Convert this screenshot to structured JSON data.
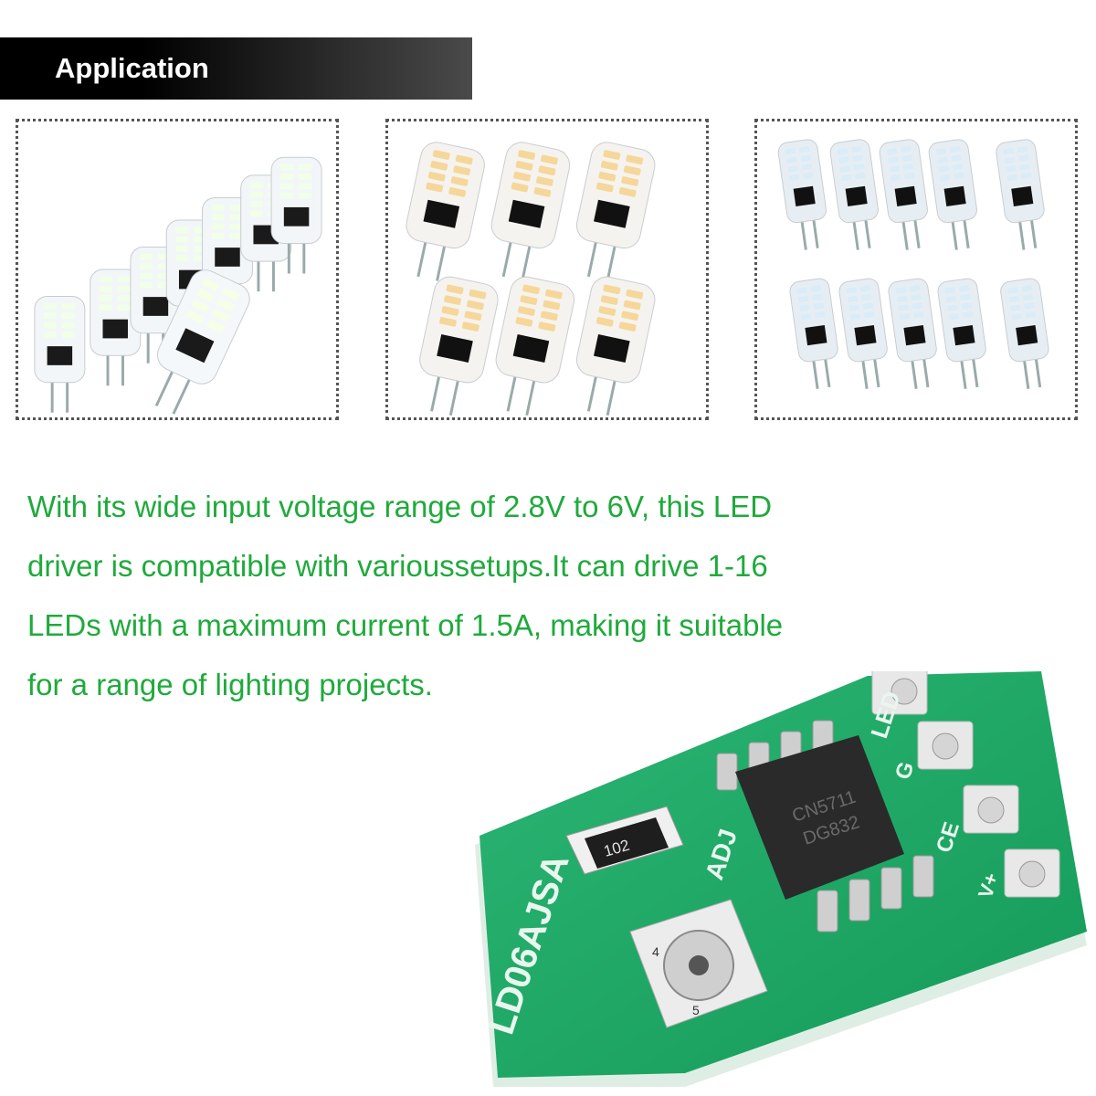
{
  "header": {
    "title": "Application"
  },
  "gallery": {
    "items": [
      {
        "icon": "g4-led-bulbs-cool-white-icon"
      },
      {
        "icon": "g8-led-bulbs-warm-white-icon"
      },
      {
        "icon": "g4-led-bulbs-smd-icon"
      }
    ]
  },
  "description": {
    "line1": "With its wide input voltage range of 2.8V to 6V, this LED",
    "line2": "driver is compatible with varioussetups.It can drive 1-16",
    "line3": "LEDs with a maximum current of 1.5A, making it suitable",
    "line4": "for a range of lighting projects."
  },
  "board": {
    "silkscreen_model": "LD06AJSA",
    "resistor_code": "102",
    "pot_mark_4": "4",
    "pot_mark_5": "5",
    "label_adj": "ADJ",
    "label_led": "LED",
    "label_g": "G",
    "label_ce": "CE",
    "label_vin": "V+",
    "chip_line1": "CN5711",
    "chip_line2": "DG832"
  },
  "colors": {
    "banner": "#000000",
    "text_accent": "#1faa3c",
    "pcb": "#1fa766"
  }
}
